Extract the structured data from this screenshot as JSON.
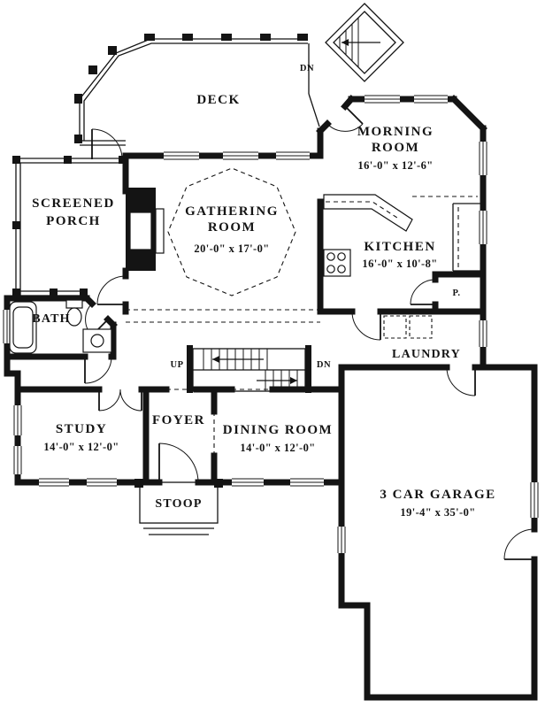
{
  "colors": {
    "ink": "#141414",
    "paper": "#ffffff"
  },
  "rooms": {
    "deck": {
      "label": "DECK"
    },
    "morning_room": {
      "line1": "MORNING",
      "line2": "ROOM",
      "dims": "16'-0\" x 12'-6\""
    },
    "screened_porch": {
      "line1": "SCREENED",
      "line2": "PORCH"
    },
    "gathering_room": {
      "line1": "GATHERING",
      "line2": "ROOM",
      "dims": "20'-0\" x 17'-0\""
    },
    "kitchen": {
      "label": "KITCHEN",
      "dims": "16'-0\" x 10'-8\""
    },
    "bath": {
      "label": "BATH"
    },
    "pantry": {
      "label": "P."
    },
    "laundry": {
      "label": "LAUNDRY"
    },
    "study": {
      "label": "STUDY",
      "dims": "14'-0\" x 12'-0\""
    },
    "foyer": {
      "label": "FOYER"
    },
    "dining_room": {
      "label": "DINING ROOM",
      "dims": "14'-0\" x 12'-0\""
    },
    "stoop": {
      "label": "STOOP"
    },
    "garage": {
      "label": "3 CAR GARAGE",
      "dims": "19'-4\" x 35'-0\""
    }
  },
  "stairs": {
    "up_label": "UP",
    "down_label": "DN",
    "deck_down_label": "DN"
  }
}
